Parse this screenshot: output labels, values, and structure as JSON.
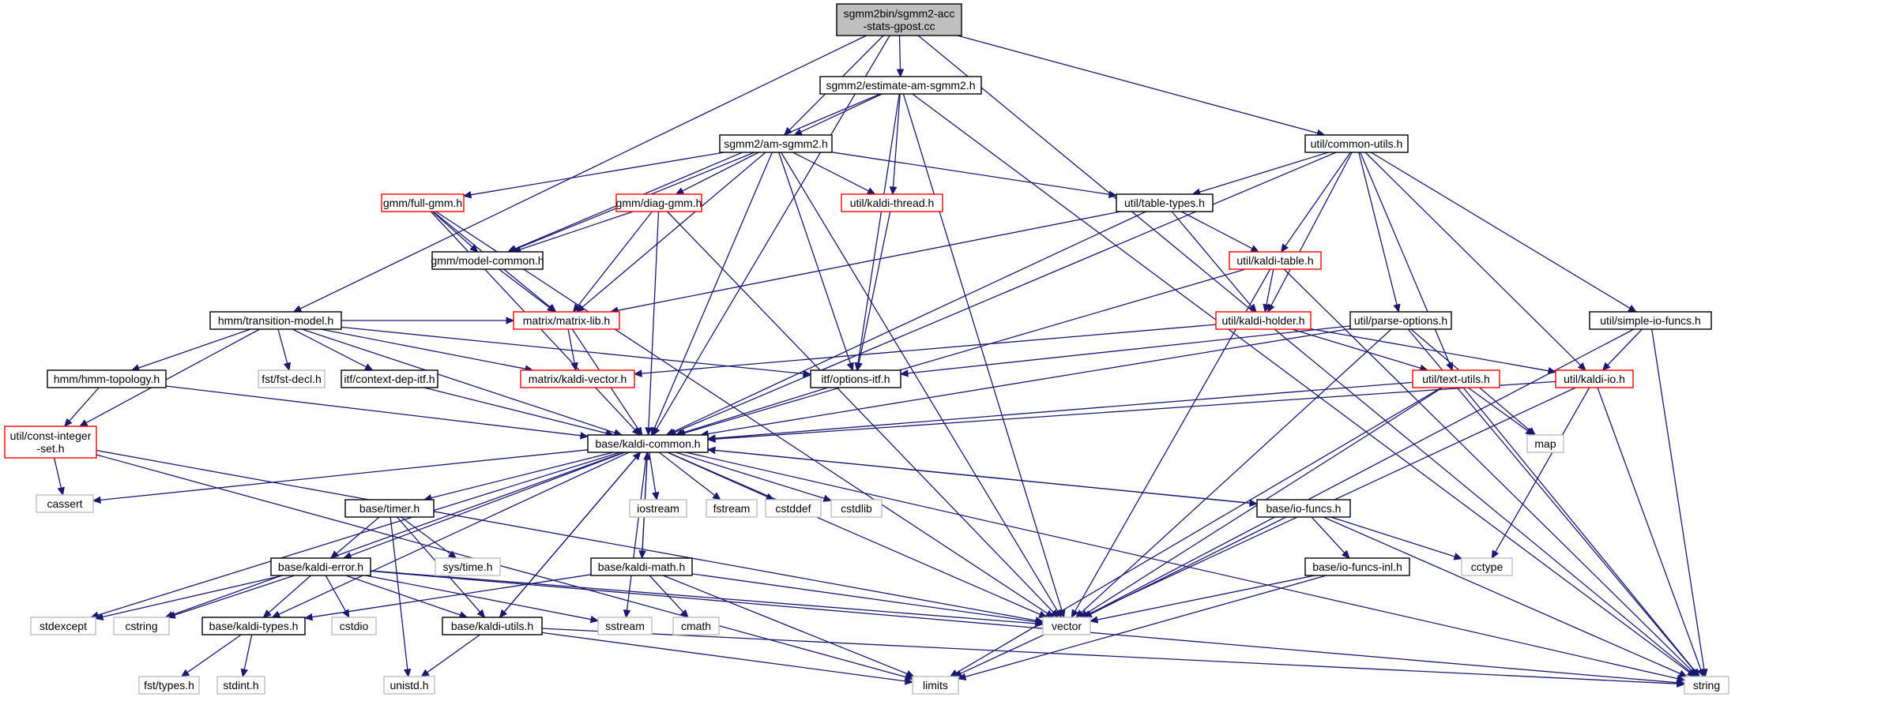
{
  "page": {
    "title": "sgmm2bin/sgmm2-acc-stats-gpost.cc"
  },
  "colors": {
    "root_fill": "#bfbfbf",
    "border_documented": "#000000",
    "border_truncated": "#ff0000",
    "border_external": "#bfbfbf",
    "edge": "#191970"
  },
  "nodes": {
    "root": {
      "label": "sgmm2bin/sgmm2-acc-stats-gpost.cc",
      "lines": [
        "sgmm2bin/sgmm2-acc",
        "-stats-gpost.cc"
      ],
      "kind": "root"
    },
    "estimate_am_sgmm2": {
      "label": "sgmm2/estimate-am-sgmm2.h",
      "lines": [
        "sgmm2/estimate-am-sgmm2.h"
      ],
      "kind": "doc"
    },
    "am_sgmm2": {
      "label": "sgmm2/am-sgmm2.h",
      "lines": [
        "sgmm2/am-sgmm2.h"
      ],
      "kind": "doc"
    },
    "common_utils": {
      "label": "util/common-utils.h",
      "lines": [
        "util/common-utils.h"
      ],
      "kind": "doc"
    },
    "full_gmm": {
      "label": "gmm/full-gmm.h",
      "lines": [
        "gmm/full-gmm.h"
      ],
      "kind": "trunc"
    },
    "diag_gmm": {
      "label": "gmm/diag-gmm.h",
      "lines": [
        "gmm/diag-gmm.h"
      ],
      "kind": "trunc"
    },
    "kaldi_thread": {
      "label": "util/kaldi-thread.h",
      "lines": [
        "util/kaldi-thread.h"
      ],
      "kind": "trunc"
    },
    "table_types": {
      "label": "util/table-types.h",
      "lines": [
        "util/table-types.h"
      ],
      "kind": "doc"
    },
    "model_common": {
      "label": "gmm/model-common.h",
      "lines": [
        "gmm/model-common.h"
      ],
      "kind": "doc"
    },
    "kaldi_table": {
      "label": "util/kaldi-table.h",
      "lines": [
        "util/kaldi-table.h"
      ],
      "kind": "trunc"
    },
    "transition_model": {
      "label": "hmm/transition-model.h",
      "lines": [
        "hmm/transition-model.h"
      ],
      "kind": "doc"
    },
    "matrix_lib": {
      "label": "matrix/matrix-lib.h",
      "lines": [
        "matrix/matrix-lib.h"
      ],
      "kind": "trunc"
    },
    "kaldi_holder": {
      "label": "util/kaldi-holder.h",
      "lines": [
        "util/kaldi-holder.h"
      ],
      "kind": "trunc"
    },
    "parse_options": {
      "label": "util/parse-options.h",
      "lines": [
        "util/parse-options.h"
      ],
      "kind": "doc"
    },
    "simple_io_funcs": {
      "label": "util/simple-io-funcs.h",
      "lines": [
        "util/simple-io-funcs.h"
      ],
      "kind": "doc"
    },
    "hmm_topology": {
      "label": "hmm/hmm-topology.h",
      "lines": [
        "hmm/hmm-topology.h"
      ],
      "kind": "doc"
    },
    "fst_decl": {
      "label": "fst/fst-decl.h",
      "lines": [
        "fst/fst-decl.h"
      ],
      "kind": "ext"
    },
    "context_dep_itf": {
      "label": "itf/context-dep-itf.h",
      "lines": [
        "itf/context-dep-itf.h"
      ],
      "kind": "doc"
    },
    "kaldi_vector": {
      "label": "matrix/kaldi-vector.h",
      "lines": [
        "matrix/kaldi-vector.h"
      ],
      "kind": "trunc"
    },
    "options_itf": {
      "label": "itf/options-itf.h",
      "lines": [
        "itf/options-itf.h"
      ],
      "kind": "doc"
    },
    "text_utils": {
      "label": "util/text-utils.h",
      "lines": [
        "util/text-utils.h"
      ],
      "kind": "trunc"
    },
    "kaldi_io": {
      "label": "util/kaldi-io.h",
      "lines": [
        "util/kaldi-io.h"
      ],
      "kind": "trunc"
    },
    "const_integer_set": {
      "label": "util/const-integer-set.h",
      "lines": [
        "util/const-integer",
        "-set.h"
      ],
      "kind": "trunc"
    },
    "kaldi_common": {
      "label": "base/kaldi-common.h",
      "lines": [
        "base/kaldi-common.h"
      ],
      "kind": "doc"
    },
    "map": {
      "label": "map",
      "lines": [
        "map"
      ],
      "kind": "ext"
    },
    "cassert": {
      "label": "cassert",
      "lines": [
        "cassert"
      ],
      "kind": "ext"
    },
    "timer": {
      "label": "base/timer.h",
      "lines": [
        "base/timer.h"
      ],
      "kind": "doc"
    },
    "iostream": {
      "label": "iostream",
      "lines": [
        "iostream"
      ],
      "kind": "ext"
    },
    "fstream": {
      "label": "fstream",
      "lines": [
        "fstream"
      ],
      "kind": "ext"
    },
    "cstddef": {
      "label": "cstddef",
      "lines": [
        "cstddef"
      ],
      "kind": "ext"
    },
    "cstdlib": {
      "label": "cstdlib",
      "lines": [
        "cstdlib"
      ],
      "kind": "ext"
    },
    "io_funcs": {
      "label": "base/io-funcs.h",
      "lines": [
        "base/io-funcs.h"
      ],
      "kind": "doc"
    },
    "sys_time": {
      "label": "sys/time.h",
      "lines": [
        "sys/time.h"
      ],
      "kind": "ext"
    },
    "kaldi_error": {
      "label": "base/kaldi-error.h",
      "lines": [
        "base/kaldi-error.h"
      ],
      "kind": "doc"
    },
    "kaldi_math": {
      "label": "base/kaldi-math.h",
      "lines": [
        "base/kaldi-math.h"
      ],
      "kind": "doc"
    },
    "io_funcs_inl": {
      "label": "base/io-funcs-inl.h",
      "lines": [
        "base/io-funcs-inl.h"
      ],
      "kind": "doc"
    },
    "cctype": {
      "label": "cctype",
      "lines": [
        "cctype"
      ],
      "kind": "ext"
    },
    "stdexcept": {
      "label": "stdexcept",
      "lines": [
        "stdexcept"
      ],
      "kind": "ext"
    },
    "cstring": {
      "label": "cstring",
      "lines": [
        "cstring"
      ],
      "kind": "ext"
    },
    "kaldi_types": {
      "label": "base/kaldi-types.h",
      "lines": [
        "base/kaldi-types.h"
      ],
      "kind": "doc"
    },
    "cstdio": {
      "label": "cstdio",
      "lines": [
        "cstdio"
      ],
      "kind": "ext"
    },
    "kaldi_utils": {
      "label": "base/kaldi-utils.h",
      "lines": [
        "base/kaldi-utils.h"
      ],
      "kind": "doc"
    },
    "sstream": {
      "label": "sstream",
      "lines": [
        "sstream"
      ],
      "kind": "ext"
    },
    "cmath": {
      "label": "cmath",
      "lines": [
        "cmath"
      ],
      "kind": "ext"
    },
    "vector": {
      "label": "vector",
      "lines": [
        "vector"
      ],
      "kind": "ext"
    },
    "fst_types": {
      "label": "fst/types.h",
      "lines": [
        "fst/types.h"
      ],
      "kind": "ext"
    },
    "stdint": {
      "label": "stdint.h",
      "lines": [
        "stdint.h"
      ],
      "kind": "ext"
    },
    "unistd": {
      "label": "unistd.h",
      "lines": [
        "unistd.h"
      ],
      "kind": "ext"
    },
    "limits": {
      "label": "limits",
      "lines": [
        "limits"
      ],
      "kind": "ext"
    },
    "string": {
      "label": "string",
      "lines": [
        "string"
      ],
      "kind": "ext"
    }
  },
  "edges": [
    [
      "root",
      "estimate_am_sgmm2"
    ],
    [
      "root",
      "am_sgmm2"
    ],
    [
      "root",
      "common_utils"
    ],
    [
      "root",
      "transition_model"
    ],
    [
      "root",
      "kaldi_common"
    ],
    [
      "root",
      "string"
    ],
    [
      "estimate_am_sgmm2",
      "am_sgmm2"
    ],
    [
      "estimate_am_sgmm2",
      "kaldi_thread"
    ],
    [
      "estimate_am_sgmm2",
      "model_common"
    ],
    [
      "estimate_am_sgmm2",
      "options_itf"
    ],
    [
      "estimate_am_sgmm2",
      "vector"
    ],
    [
      "estimate_am_sgmm2",
      "string"
    ],
    [
      "am_sgmm2",
      "full_gmm"
    ],
    [
      "am_sgmm2",
      "diag_gmm"
    ],
    [
      "am_sgmm2",
      "kaldi_thread"
    ],
    [
      "am_sgmm2",
      "table_types"
    ],
    [
      "am_sgmm2",
      "model_common"
    ],
    [
      "am_sgmm2",
      "matrix_lib"
    ],
    [
      "am_sgmm2",
      "options_itf"
    ],
    [
      "am_sgmm2",
      "kaldi_common"
    ],
    [
      "am_sgmm2",
      "vector"
    ],
    [
      "common_utils",
      "table_types"
    ],
    [
      "common_utils",
      "kaldi_table"
    ],
    [
      "common_utils",
      "kaldi_holder"
    ],
    [
      "common_utils",
      "parse_options"
    ],
    [
      "common_utils",
      "text_utils"
    ],
    [
      "common_utils",
      "kaldi_io"
    ],
    [
      "common_utils",
      "simple_io_funcs"
    ],
    [
      "common_utils",
      "kaldi_common"
    ],
    [
      "full_gmm",
      "model_common"
    ],
    [
      "full_gmm",
      "matrix_lib"
    ],
    [
      "full_gmm",
      "kaldi_common"
    ],
    [
      "full_gmm",
      "vector"
    ],
    [
      "diag_gmm",
      "model_common"
    ],
    [
      "diag_gmm",
      "matrix_lib"
    ],
    [
      "diag_gmm",
      "kaldi_common"
    ],
    [
      "diag_gmm",
      "vector"
    ],
    [
      "kaldi_thread",
      "options_itf"
    ],
    [
      "table_types",
      "kaldi_table"
    ],
    [
      "table_types",
      "kaldi_holder"
    ],
    [
      "table_types",
      "matrix_lib"
    ],
    [
      "table_types",
      "kaldi_common"
    ],
    [
      "model_common",
      "matrix_lib"
    ],
    [
      "kaldi_table",
      "kaldi_holder"
    ],
    [
      "kaldi_table",
      "kaldi_common"
    ],
    [
      "kaldi_table",
      "vector"
    ],
    [
      "kaldi_table",
      "string"
    ],
    [
      "transition_model",
      "hmm_topology"
    ],
    [
      "transition_model",
      "fst_decl"
    ],
    [
      "transition_model",
      "context_dep_itf"
    ],
    [
      "transition_model",
      "const_integer_set"
    ],
    [
      "transition_model",
      "matrix_lib"
    ],
    [
      "transition_model",
      "kaldi_vector"
    ],
    [
      "transition_model",
      "options_itf"
    ],
    [
      "transition_model",
      "kaldi_common"
    ],
    [
      "matrix_lib",
      "kaldi_vector"
    ],
    [
      "matrix_lib",
      "kaldi_common"
    ],
    [
      "kaldi_holder",
      "kaldi_io"
    ],
    [
      "kaldi_holder",
      "text_utils"
    ],
    [
      "kaldi_holder",
      "kaldi_vector"
    ],
    [
      "parse_options",
      "options_itf"
    ],
    [
      "parse_options",
      "kaldi_common"
    ],
    [
      "parse_options",
      "map"
    ],
    [
      "parse_options",
      "vector"
    ],
    [
      "parse_options",
      "string"
    ],
    [
      "simple_io_funcs",
      "kaldi_io"
    ],
    [
      "simple_io_funcs",
      "vector"
    ],
    [
      "simple_io_funcs",
      "string"
    ],
    [
      "hmm_topology",
      "const_integer_set"
    ],
    [
      "hmm_topology",
      "kaldi_common"
    ],
    [
      "context_dep_itf",
      "kaldi_common"
    ],
    [
      "options_itf",
      "kaldi_common"
    ],
    [
      "text_utils",
      "kaldi_common"
    ],
    [
      "text_utils",
      "map"
    ],
    [
      "text_utils",
      "vector"
    ],
    [
      "text_utils",
      "limits"
    ],
    [
      "text_utils",
      "string"
    ],
    [
      "kaldi_io",
      "kaldi_common"
    ],
    [
      "kaldi_io",
      "cctype"
    ],
    [
      "kaldi_io",
      "limits"
    ],
    [
      "kaldi_io",
      "string"
    ],
    [
      "const_integer_set",
      "cassert"
    ],
    [
      "const_integer_set",
      "vector"
    ],
    [
      "const_integer_set",
      "limits"
    ],
    [
      "kaldi_common",
      "cassert"
    ],
    [
      "kaldi_common",
      "timer"
    ],
    [
      "kaldi_common",
      "iostream"
    ],
    [
      "kaldi_common",
      "fstream"
    ],
    [
      "kaldi_common",
      "cstddef"
    ],
    [
      "kaldi_common",
      "cstdlib"
    ],
    [
      "kaldi_common",
      "io_funcs"
    ],
    [
      "kaldi_common",
      "kaldi_error"
    ],
    [
      "kaldi_common",
      "kaldi_math"
    ],
    [
      "kaldi_common",
      "kaldi_types"
    ],
    [
      "kaldi_common",
      "kaldi_utils"
    ],
    [
      "kaldi_common",
      "stdexcept"
    ],
    [
      "kaldi_common",
      "cstring"
    ],
    [
      "kaldi_common",
      "sstream"
    ],
    [
      "kaldi_common",
      "vector"
    ],
    [
      "kaldi_common",
      "string"
    ],
    [
      "timer",
      "kaldi_error"
    ],
    [
      "timer",
      "sys_time"
    ],
    [
      "timer",
      "unistd"
    ],
    [
      "timer",
      "kaldi_utils"
    ],
    [
      "io_funcs",
      "kaldi_common"
    ],
    [
      "io_funcs",
      "io_funcs_inl"
    ],
    [
      "io_funcs",
      "cctype"
    ],
    [
      "io_funcs",
      "vector"
    ],
    [
      "io_funcs",
      "string"
    ],
    [
      "io_funcs_inl",
      "vector"
    ],
    [
      "io_funcs_inl",
      "limits"
    ],
    [
      "kaldi_error",
      "stdexcept"
    ],
    [
      "kaldi_error",
      "cstring"
    ],
    [
      "kaldi_error",
      "kaldi_types"
    ],
    [
      "kaldi_error",
      "cstdio"
    ],
    [
      "kaldi_error",
      "kaldi_utils"
    ],
    [
      "kaldi_error",
      "sstream"
    ],
    [
      "kaldi_error",
      "vector"
    ],
    [
      "kaldi_error",
      "string"
    ],
    [
      "kaldi_math",
      "kaldi_common"
    ],
    [
      "kaldi_math",
      "kaldi_types"
    ],
    [
      "kaldi_math",
      "cmath"
    ],
    [
      "kaldi_math",
      "vector"
    ],
    [
      "kaldi_math",
      "limits"
    ],
    [
      "kaldi_types",
      "fst_types"
    ],
    [
      "kaldi_types",
      "stdint"
    ],
    [
      "kaldi_utils",
      "kaldi_common"
    ],
    [
      "kaldi_utils",
      "unistd"
    ],
    [
      "kaldi_utils",
      "limits"
    ],
    [
      "kaldi_utils",
      "string"
    ]
  ]
}
